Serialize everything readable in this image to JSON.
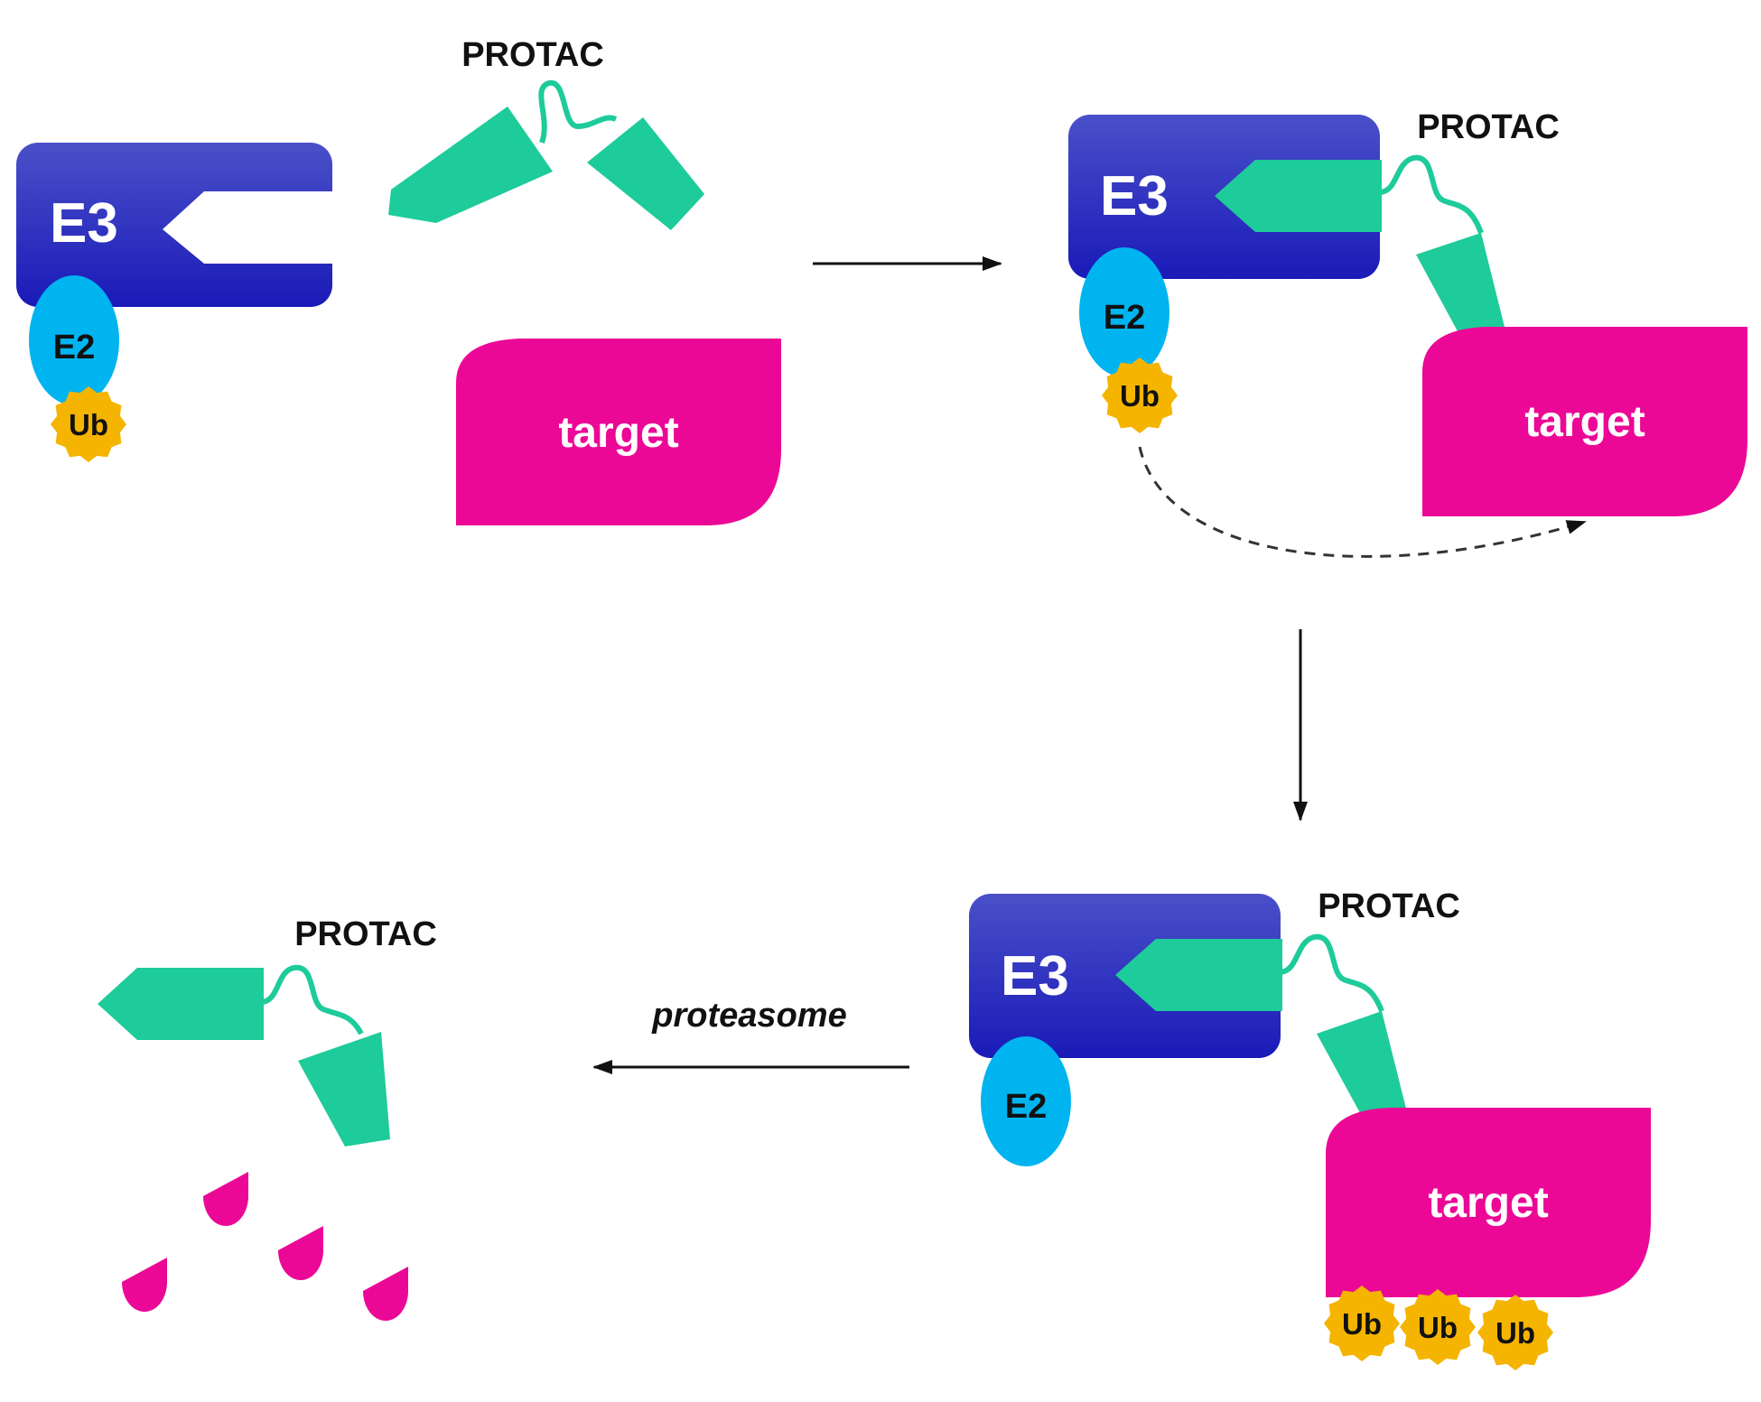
{
  "labels": {
    "e3": "E3",
    "e2": "E2",
    "ub": "Ub",
    "target": "target",
    "protac": "PROTAC",
    "proteasome": "proteasome"
  },
  "colors": {
    "e3_top": "#4a50c8",
    "e3_bottom": "#1a1ab8",
    "e2": "#00b4f0",
    "ub": "#f5b400",
    "target": "#ec0896",
    "protac": "#1ecb9a",
    "arrow": "#111111"
  },
  "icons": {
    "ubiquitin": "starburst-badge-icon",
    "protac_warhead": "pentagon-arrow-icon",
    "protac_ligand": "trapezoid-block-icon"
  }
}
